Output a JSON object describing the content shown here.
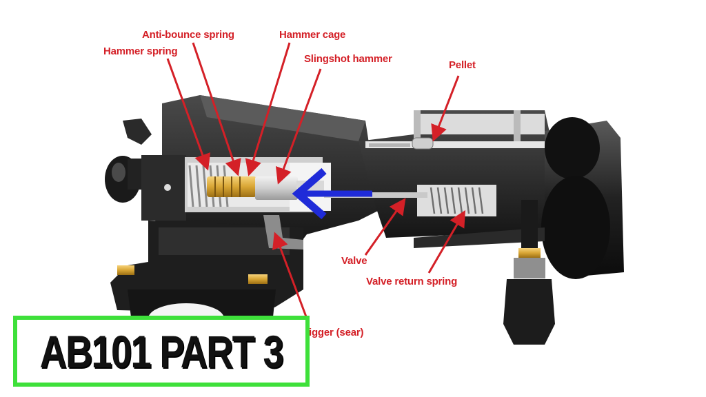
{
  "labels": {
    "anti_bounce_spring": "Anti-bounce spring",
    "hammer_cage": "Hammer cage",
    "hammer_spring": "Hammer spring",
    "slingshot_hammer": "Slingshot hammer",
    "pellet": "Pellet",
    "valve": "Valve",
    "valve_return_spring": "Valve return spring",
    "trigger_sear": "igger (sear)"
  },
  "title": "AB101  PART 3",
  "colors": {
    "label_red": "#d42027",
    "arrow_blue": "#1f2bd8",
    "title_border": "#3ee03a"
  }
}
